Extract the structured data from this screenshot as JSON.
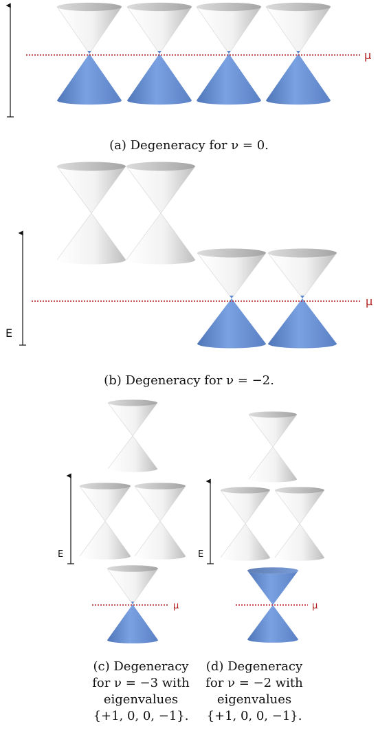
{
  "labels": {
    "mu": "μ",
    "energy": "E"
  },
  "captions": {
    "a": "(a) Degeneracy for ν = 0.",
    "b": "(b) Degeneracy for ν = −2.",
    "c_lines": [
      "(c) Degeneracy",
      "for ν = −3 with",
      "eigenvalues",
      "{+1, 0, 0, −1}."
    ],
    "d_lines": [
      "(d) Degeneracy",
      "for ν = −2 with",
      "eigenvalues",
      "{+1, 0, 0, −1}."
    ]
  },
  "colors": {
    "filled_cone": "#6f96d8",
    "empty_cone": "#e6e6e6",
    "chemical_potential_line": "#b11c1c",
    "axis": "#111111"
  }
}
